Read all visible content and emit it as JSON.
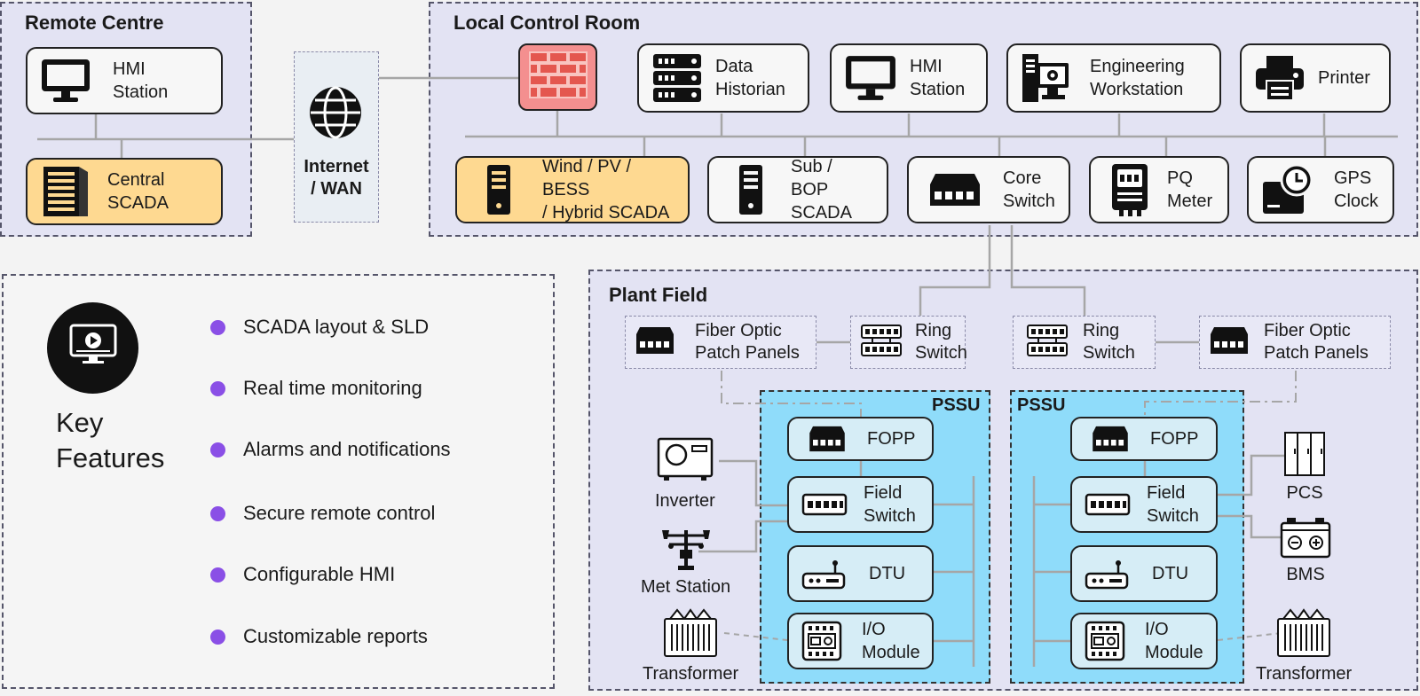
{
  "remote_centre": {
    "title": "Remote Centre",
    "hmi_station": "HMI\nStation",
    "central_scada": "Central\nSCADA"
  },
  "internet": {
    "label": "Internet\n/ WAN"
  },
  "local_control_room": {
    "title": "Local Control Room",
    "data_historian": "Data\nHistorian",
    "hmi_station": "HMI\nStation",
    "engineering_workstation": "Engineering\nWorkstation",
    "printer": "Printer",
    "hybrid_scada": "Wind / PV / BESS\n/ Hybrid SCADA",
    "sub_bop_scada": "Sub / BOP\nSCADA",
    "core_switch": "Core\nSwitch",
    "pq_meter": "PQ\nMeter",
    "gps_clock": "GPS\nClock"
  },
  "key_features": {
    "title": "Key\nFeatures",
    "items": [
      "SCADA layout & SLD",
      "Real time monitoring",
      "Alarms and notifications",
      "Secure remote control",
      "Configurable HMI",
      "Customizable reports"
    ]
  },
  "plant_field": {
    "title": "Plant Field",
    "fiber_left": "Fiber Optic\nPatch Panels",
    "ring_switch_left": "Ring\nSwitch",
    "ring_switch_right": "Ring\nSwitch",
    "fiber_right": "Fiber Optic\nPatch Panels",
    "pssu_left": {
      "title": "PSSU",
      "fopp": "FOPP",
      "field_switch": "Field\nSwitch",
      "dtu": "DTU",
      "io_module": "I/O\nModule"
    },
    "pssu_right": {
      "title": "PSSU",
      "fopp": "FOPP",
      "field_switch": "Field\nSwitch",
      "dtu": "DTU",
      "io_module": "I/O\nModule"
    },
    "inverter": "Inverter",
    "met_station": "Met Station",
    "transformer_left": "Transformer",
    "pcs": "PCS",
    "bms": "BMS",
    "transformer_right": "Transformer"
  }
}
